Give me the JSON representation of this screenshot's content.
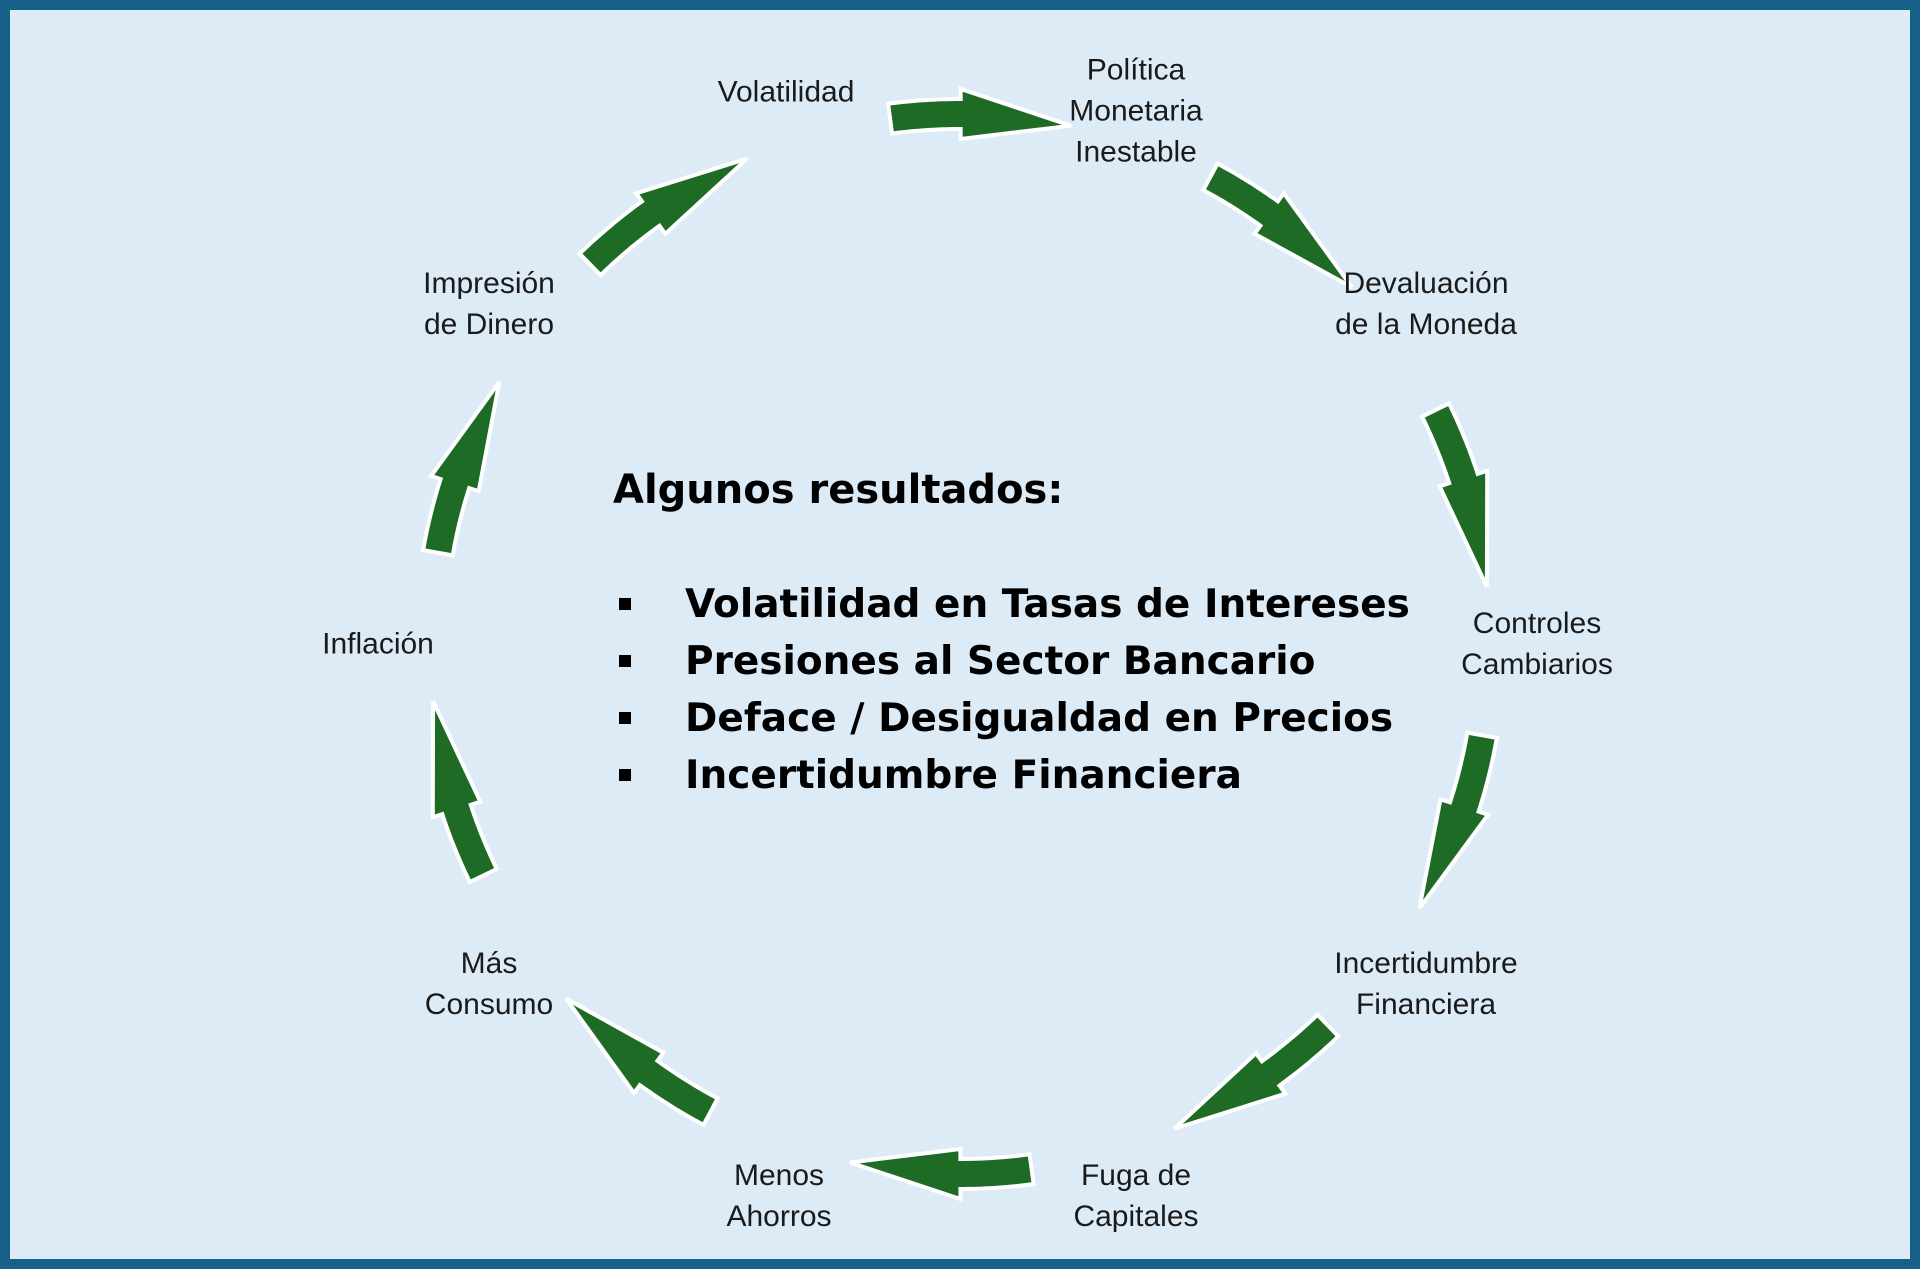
{
  "cycle": {
    "nodes": [
      {
        "id": "volatilidad",
        "lines": [
          "Volatilidad"
        ]
      },
      {
        "id": "politica-monetaria",
        "lines": [
          "Política",
          "Monetaria",
          "Inestable"
        ]
      },
      {
        "id": "devaluacion",
        "lines": [
          "Devaluación",
          "de la Moneda"
        ]
      },
      {
        "id": "controles",
        "lines": [
          "Controles",
          "Cambiarios"
        ]
      },
      {
        "id": "incertidumbre",
        "lines": [
          "Incertidumbre",
          "Financiera"
        ]
      },
      {
        "id": "fuga",
        "lines": [
          "Fuga de",
          "Capitales"
        ]
      },
      {
        "id": "menos-ahorros",
        "lines": [
          "Menos",
          "Ahorros"
        ]
      },
      {
        "id": "mas-consumo",
        "lines": [
          "Más",
          "Consumo"
        ]
      },
      {
        "id": "inflacion",
        "lines": [
          "Inflación"
        ]
      },
      {
        "id": "impresion",
        "lines": [
          "Impresión",
          "de Dinero"
        ]
      }
    ],
    "arrow_color": "#1e6b26",
    "arrow_outline": "#ffffff",
    "arrow_direction": "clockwise"
  },
  "results": {
    "title": "Algunos resultados:",
    "items": [
      "Volatilidad en Tasas de Intereses",
      "Presiones al Sector Bancario",
      "Deface / Desigualdad en Precios",
      "Incertidumbre Financiera"
    ]
  },
  "colors": {
    "background": "#ddebf7",
    "border": "#16608a",
    "text": "#000000"
  }
}
